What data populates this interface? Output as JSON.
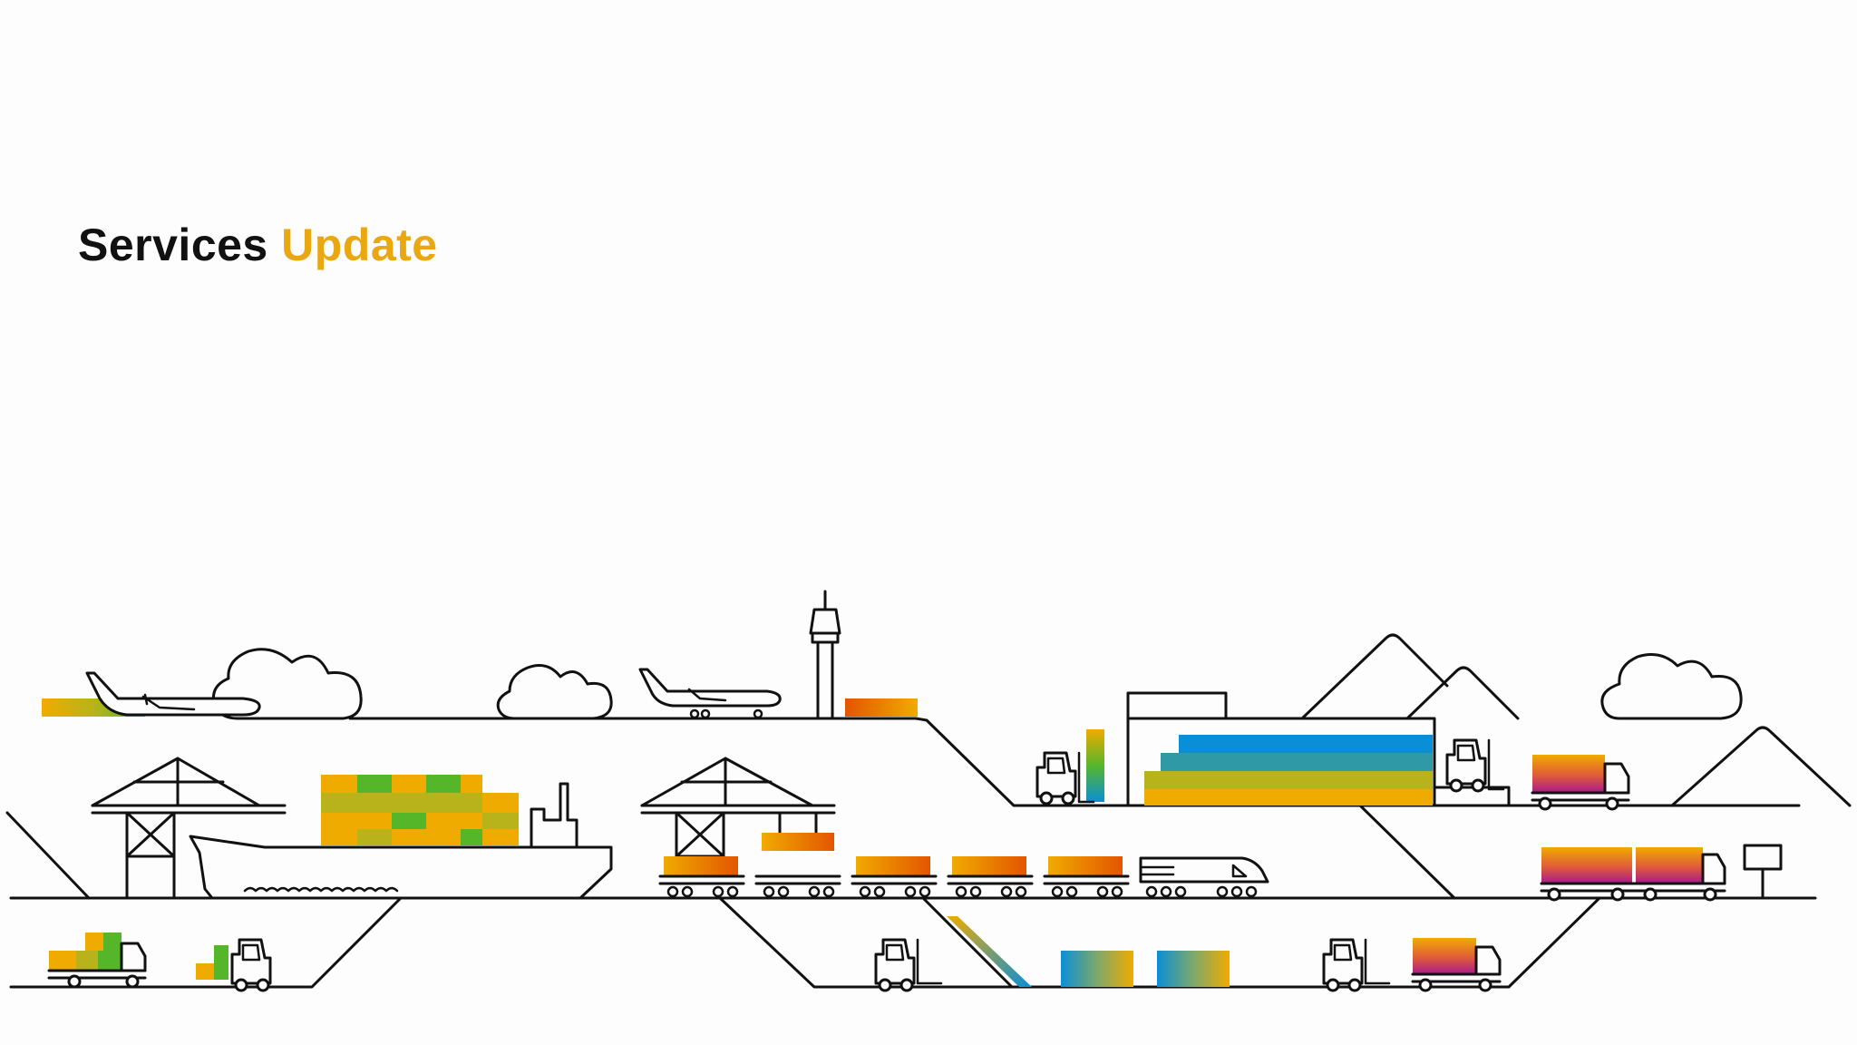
{
  "title": {
    "word1": "Services",
    "word2": "Update"
  },
  "colors": {
    "title_dark": "#111111",
    "title_accent": "#e9a712",
    "orange": "#f0ab00",
    "dark_orange": "#e35500",
    "green": "#56b62a",
    "olive": "#b8b31a",
    "teal": "#2f9aa6",
    "blue": "#0a8fd6",
    "magenta": "#a7198c"
  },
  "scene": {
    "name": "logistics-illustration",
    "icons": [
      "cargo-plane-icon",
      "cloud-icon",
      "control-tower-icon",
      "container-crane-icon",
      "cargo-ship-icon",
      "freight-train-icon",
      "warehouse-icon",
      "forklift-icon",
      "truck-icon",
      "mountain-icon",
      "road-sign-icon",
      "conveyor-belt-icon"
    ]
  }
}
